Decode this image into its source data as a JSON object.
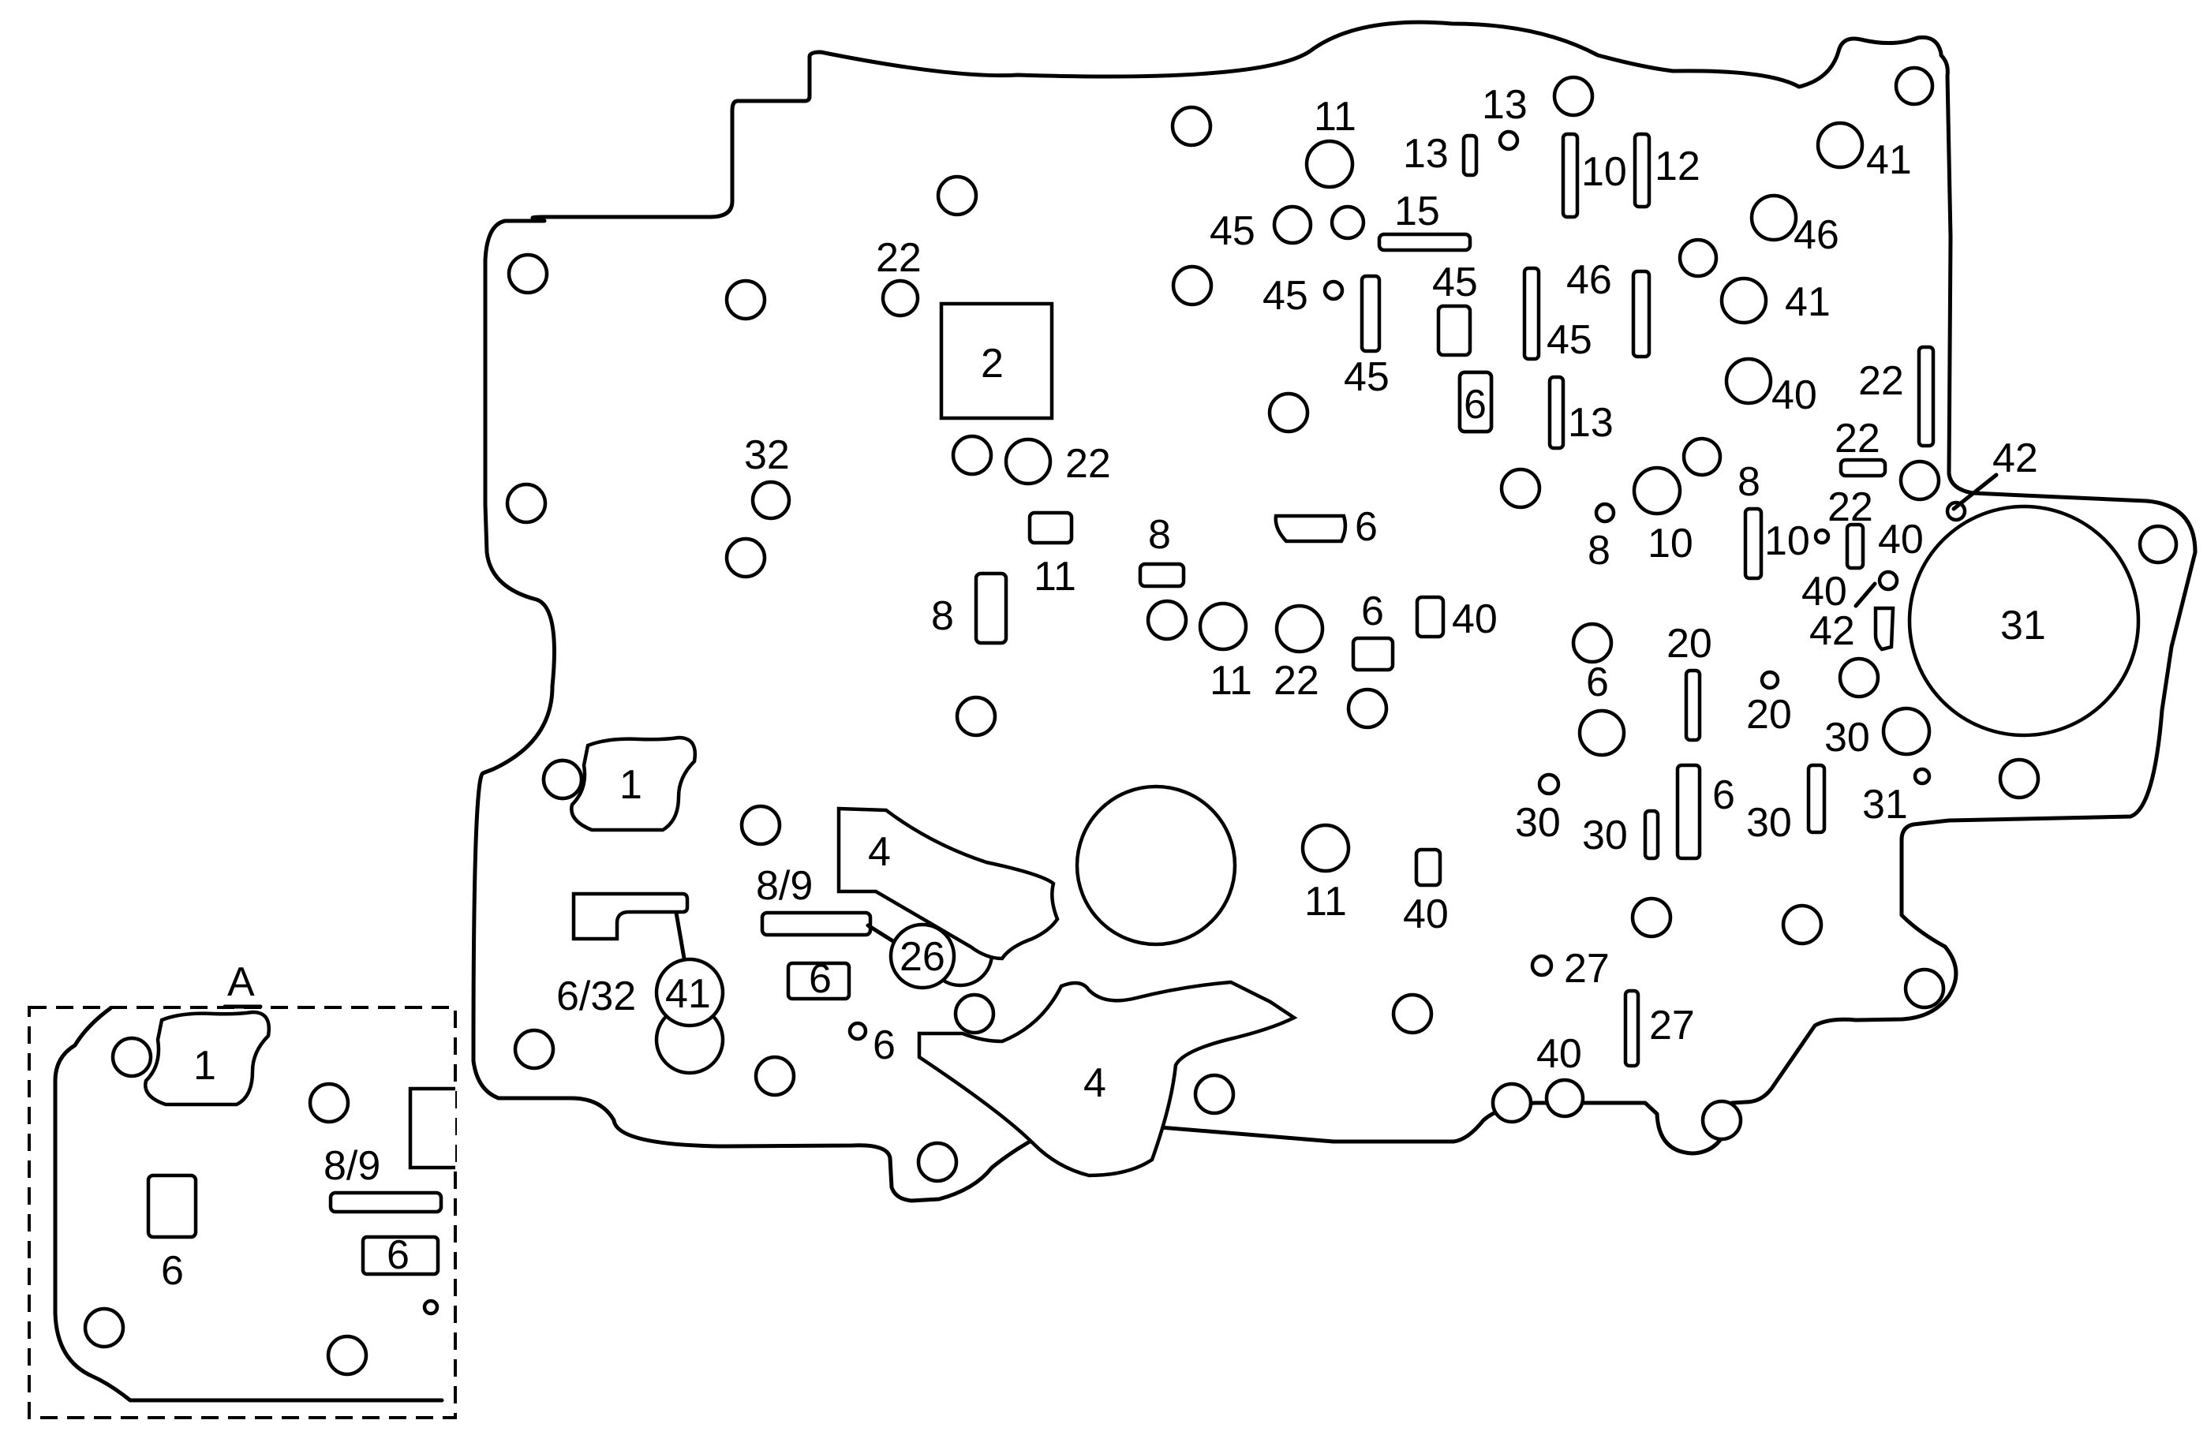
{
  "diagram": {
    "colors": {
      "line": "#000000",
      "background": "#ffffff"
    },
    "inset": {
      "title": "A"
    },
    "labels": {
      "n1": "1",
      "n2": "2",
      "n4": "4",
      "n6": "6",
      "n8": "8",
      "n10": "10",
      "n11": "11",
      "n12": "12",
      "n13": "13",
      "n15": "15",
      "n20": "20",
      "n22": "22",
      "n26": "26",
      "n27": "27",
      "n30": "30",
      "n31": "31",
      "n32": "32",
      "n40": "40",
      "n41": "41",
      "n42": "42",
      "n45": "45",
      "n46": "46",
      "n6_32": "6/32",
      "n8_9": "8/9"
    }
  }
}
